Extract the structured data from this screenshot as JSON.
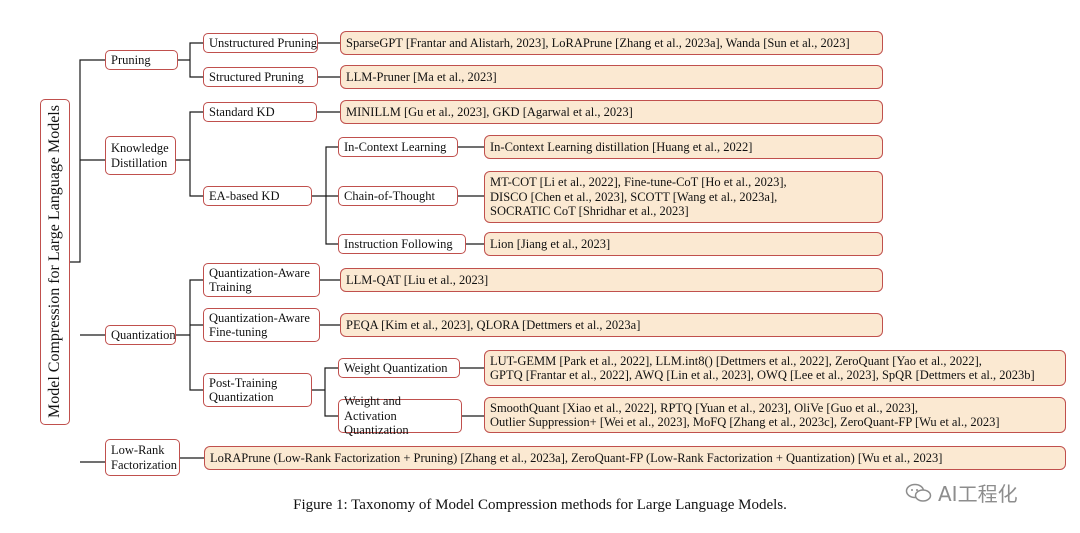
{
  "root": "Model Compression for Large Language Models",
  "categories": {
    "pruning": "Pruning",
    "kd": "Knowledge Distillation",
    "quant": "Quantization",
    "lowrank": "Low-Rank Factorization"
  },
  "subcategories": {
    "unstructured": "Unstructured Pruning",
    "structured": "Structured Pruning",
    "standard_kd": "Standard KD",
    "ea_kd": "EA-based KD",
    "qat": "Quantization-Aware Training",
    "qaft": "Quantization-Aware Fine-tuning",
    "ptq": "Post-Training Quantization",
    "icl": "In-Context Learning",
    "cot": "Chain-of-Thought",
    "if": "Instruction Following",
    "wq": "Weight Quantization",
    "waq": "Weight and Activation Quantization"
  },
  "leaves": {
    "unstructured": "SparseGPT [Frantar and Alistarh, 2023], LoRAPrune [Zhang et al., 2023a], Wanda [Sun et al., 2023]",
    "structured": "LLM-Pruner [Ma et al., 2023]",
    "standard_kd": "MINILLM [Gu et al., 2023], GKD [Agarwal et al., 2023]",
    "icl": "In-Context Learning distillation [Huang et al., 2022]",
    "cot_1": "MT-COT [Li et al., 2022], Fine-tune-CoT [Ho et al., 2023],",
    "cot_2": "DISCO [Chen et al., 2023], SCOTT [Wang et al., 2023a],",
    "cot_3": "SOCRATIC CoT [Shridhar et al., 2023]",
    "if": "Lion [Jiang et al., 2023]",
    "qat": "LLM-QAT [Liu et al., 2023]",
    "qaft": "PEQA [Kim et al., 2023], QLORA [Dettmers et al., 2023a]",
    "wq_1": "LUT-GEMM [Park et al., 2022], LLM.int8() [Dettmers et al., 2022], ZeroQuant [Yao et al., 2022],",
    "wq_2": "GPTQ [Frantar et al., 2022], AWQ [Lin et al., 2023], OWQ [Lee et al., 2023], SpQR [Dettmers et al., 2023b]",
    "waq_1": "SmoothQuant [Xiao et al., 2022], RPTQ [Yuan et al., 2023], OliVe [Guo et al., 2023],",
    "waq_2": "Outlier Suppression+ [Wei et al., 2023], MoFQ [Zhang et al., 2023c], ZeroQuant-FP [Wu et al., 2023]",
    "lowrank": "LoRAPrune (Low-Rank Factorization + Pruning) [Zhang et al., 2023a], ZeroQuant-FP (Low-Rank Factorization + Quantization) [Wu et al., 2023]"
  },
  "caption": "Figure 1: Taxonomy of Model Compression methods for Large Language Models.",
  "watermark": "AI工程化",
  "colors": {
    "border": "#c0504d",
    "leaf_fill": "#fbe9d2",
    "line": "#1a1a1a"
  }
}
